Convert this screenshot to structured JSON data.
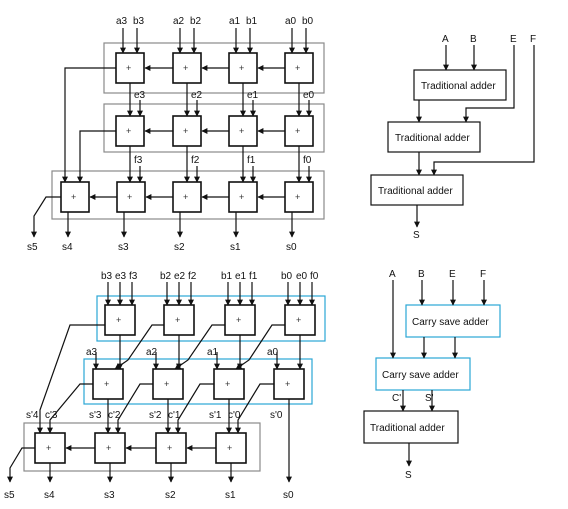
{
  "top_left": {
    "inputs_ab": [
      "a3",
      "b3",
      "a2",
      "b2",
      "a1",
      "b1",
      "a0",
      "b0"
    ],
    "e_labels": [
      "e3",
      "e2",
      "e1",
      "e0"
    ],
    "f_labels": [
      "f3",
      "f2",
      "f1",
      "f0"
    ],
    "sums": [
      "s5",
      "s4",
      "s3",
      "s2",
      "s1",
      "s0"
    ],
    "plus": "+"
  },
  "top_right": {
    "inputs": [
      "A",
      "B",
      "E",
      "F"
    ],
    "adder_label": "Traditional adder",
    "output": "S"
  },
  "bottom_left": {
    "inputs": [
      "b3",
      "e3",
      "f3",
      "b2",
      "e2",
      "f2",
      "b1",
      "e1",
      "f1",
      "b0",
      "e0",
      "f0"
    ],
    "a_labels": [
      "a3",
      "a2",
      "a1",
      "a0"
    ],
    "mid_labels": [
      "s'4",
      "c'3",
      "s'3",
      "c'2",
      "s'2",
      "c'1",
      "s'1",
      "c'0",
      "s'0"
    ],
    "sums": [
      "s5",
      "s4",
      "s3",
      "s2",
      "s1",
      "s0"
    ]
  },
  "bottom_right": {
    "inputs": [
      "A",
      "B",
      "E",
      "F"
    ],
    "csa_label": "Carry save adder",
    "trad_label": "Traditional adder",
    "c_prime": "C'",
    "s_prime": "S'",
    "output": "S"
  },
  "colors": {
    "line": "#111111",
    "group_gray": "#8a8a8a",
    "group_blue": "#2aa6d6"
  }
}
